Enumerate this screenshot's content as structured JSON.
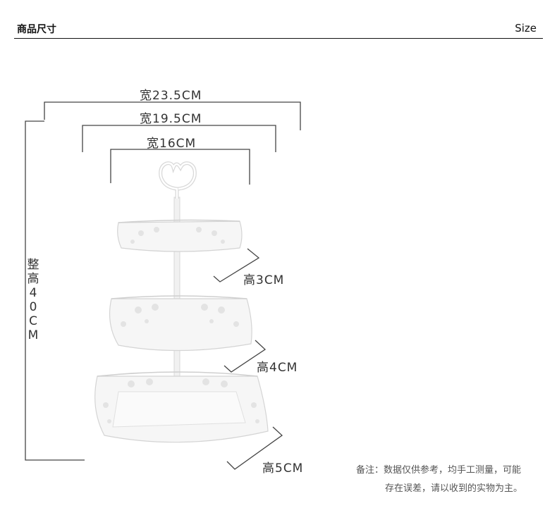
{
  "header": {
    "title_cn": "商品尺寸",
    "title_en": "Size"
  },
  "dimensions": {
    "width_top": "宽23.5CM",
    "width_mid": "宽19.5CM",
    "width_low": "宽16CM",
    "height_tier1": "高3CM",
    "height_tier2": "高4CM",
    "height_tier3": "高5CM",
    "total_height_chars": [
      "整",
      "高",
      "4",
      "0",
      "C",
      "M"
    ]
  },
  "note": {
    "line1": "备注：数据仅供参考，均手工测量，可能",
    "line2": "存在误差，请以收到的实物为主。"
  }
}
